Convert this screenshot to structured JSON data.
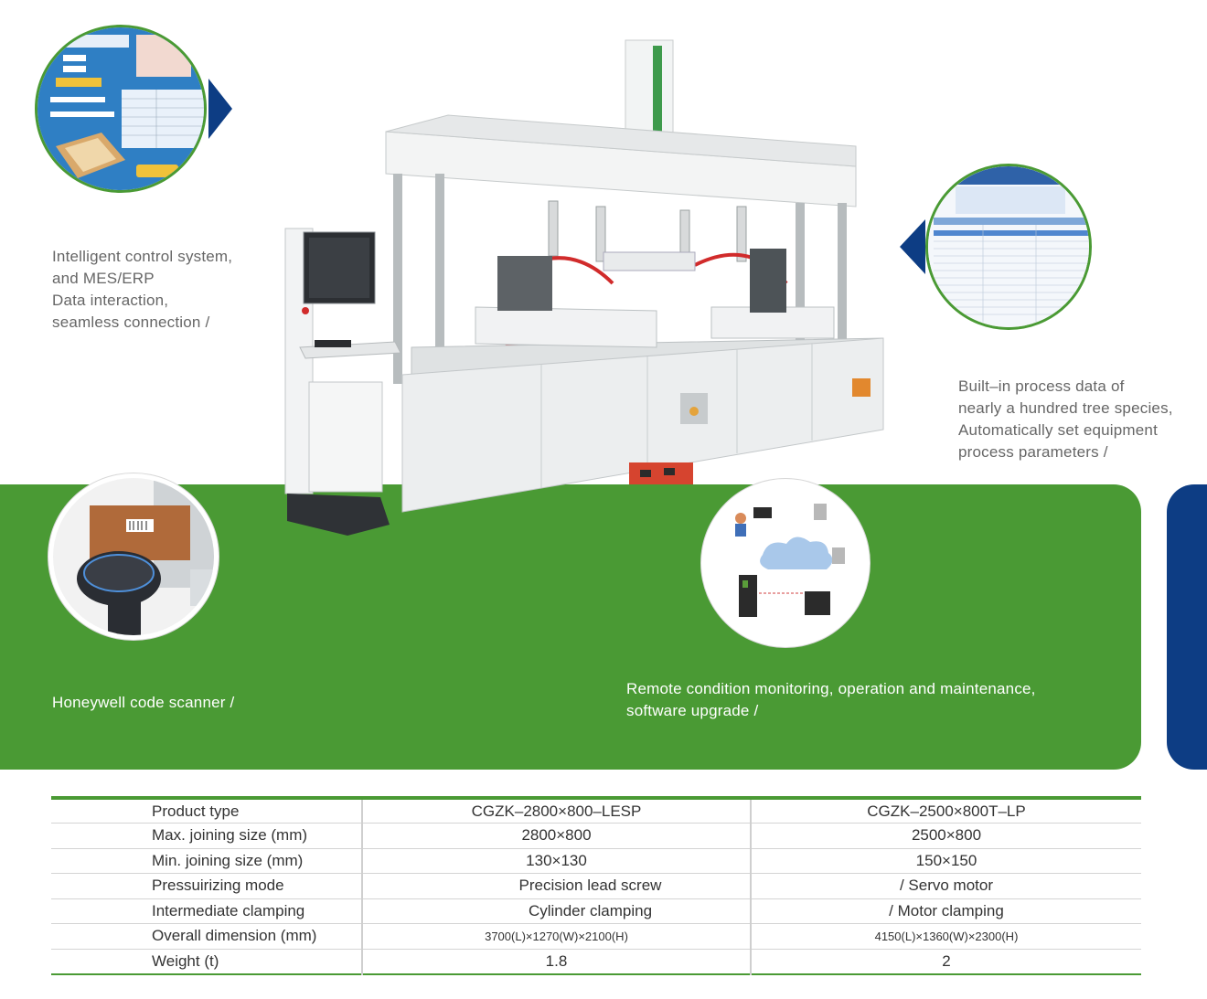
{
  "features": {
    "control": [
      "Intelligent control system,",
      "and MES/ERP",
      "Data interaction,",
      "seamless connection  /"
    ],
    "process_data": [
      "Built–in process data of",
      "nearly a hundred tree species,",
      "Automatically set equipment",
      "process parameters  /"
    ],
    "scanner": [
      "Honeywell code scanner  /"
    ],
    "remote": [
      "Remote condition monitoring, operation and maintenance,",
      "software upgrade  /"
    ]
  },
  "specs": {
    "rows": [
      {
        "label": "Product type",
        "a": "CGZK–2800×800–LESP",
        "b": "CGZK–2500×800T–LP"
      },
      {
        "label": "Max. joining size (mm)",
        "a": "2800×800",
        "b": "2500×800"
      },
      {
        "label": "Min. joining size (mm)",
        "a": "130×130",
        "b": "150×150"
      },
      {
        "label": "Pressuirizing  mode",
        "a": "Precision lead screw",
        "b": "/ Servo motor"
      },
      {
        "label": "Intermediate clamping",
        "a": "Cylinder clamping",
        "b": "/ Motor clamping"
      },
      {
        "label": "Overall dimension (mm)",
        "a": "3700(L)×1270(W)×2100(H)",
        "b": "4150(L)×1360(W)×2300(H)"
      },
      {
        "label": "Weight (t)",
        "a": "1.8",
        "b": "2"
      }
    ]
  },
  "colors": {
    "green": "#4a9a34",
    "navy": "#0d3d84",
    "text_grey": "#666666"
  }
}
